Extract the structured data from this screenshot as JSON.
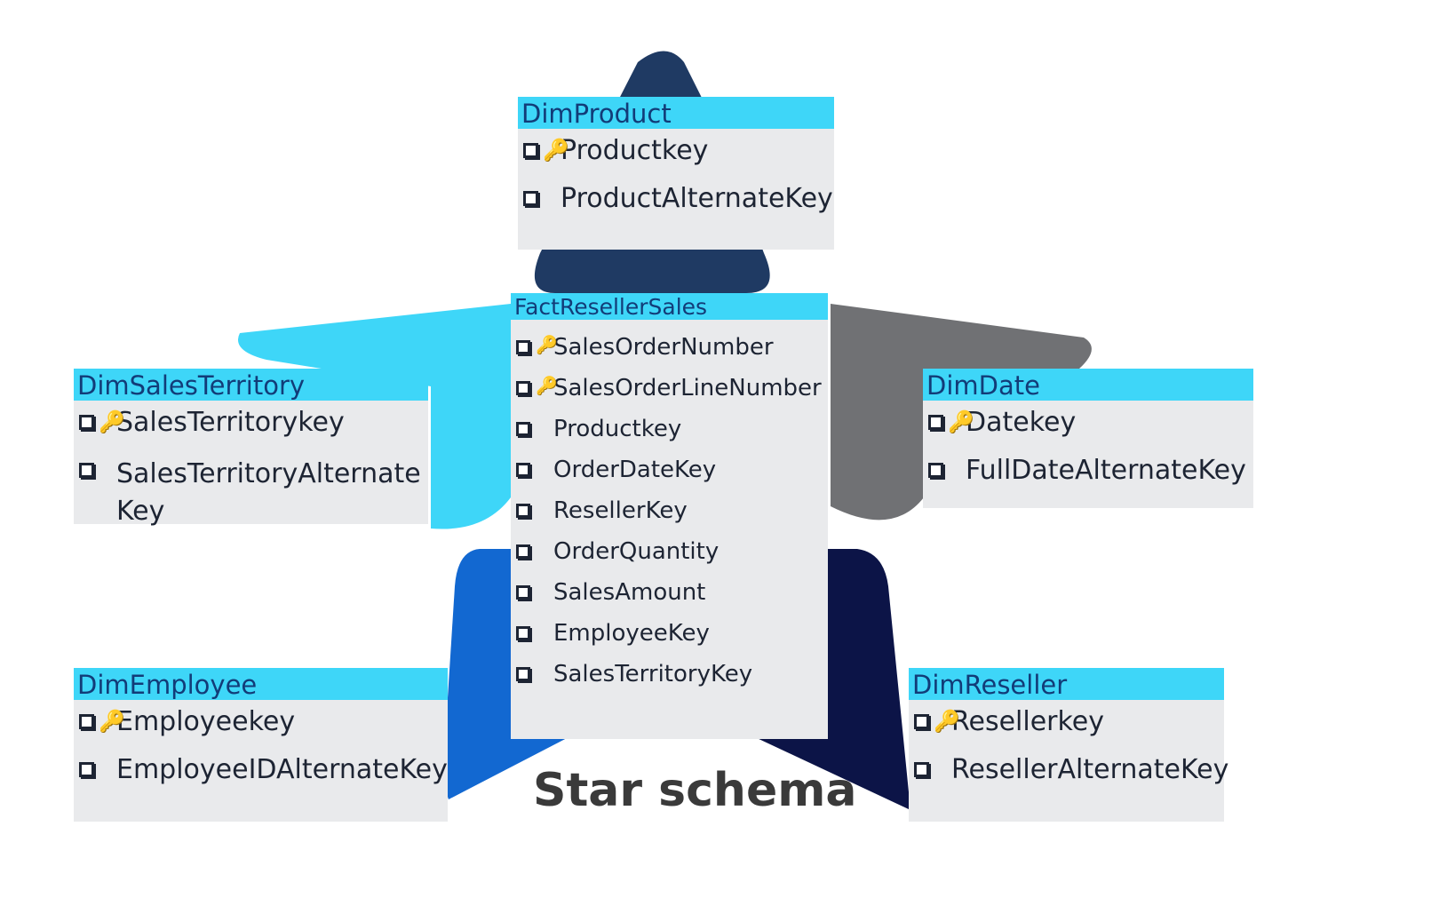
{
  "caption": "Star schema",
  "colors": {
    "header": "#3ed6f8",
    "header_text": "#123c78",
    "table_body": "#e9eaec",
    "key_icon": "#e7a325",
    "arm_top": "#1f3a63",
    "arm_left": "#3ed6f8",
    "arm_right": "#707174",
    "arm_bottom_left": "#1268d1",
    "arm_bottom_right": "#0c1447"
  },
  "fact_table": {
    "name": "FactResellerSales",
    "fields": [
      {
        "label": "SalesOrderNumber",
        "key": true
      },
      {
        "label": "SalesOrderLineNumber",
        "key": true
      },
      {
        "label": "Productkey",
        "key": false
      },
      {
        "label": "OrderDateKey",
        "key": false
      },
      {
        "label": "ResellerKey",
        "key": false
      },
      {
        "label": "OrderQuantity",
        "key": false
      },
      {
        "label": "SalesAmount",
        "key": false
      },
      {
        "label": "EmployeeKey",
        "key": false
      },
      {
        "label": "SalesTerritoryKey",
        "key": false
      }
    ]
  },
  "dim_product": {
    "name": "DimProduct",
    "fields": [
      {
        "label": "Productkey",
        "key": true
      },
      {
        "label": "ProductAlternateKey",
        "key": false
      }
    ]
  },
  "dim_sales_territory": {
    "name": "DimSalesTerritory",
    "fields": [
      {
        "label": "SalesTerritorykey",
        "key": true
      },
      {
        "label": "SalesTerritoryAlternate Key",
        "key": false
      }
    ]
  },
  "dim_date": {
    "name": "DimDate",
    "fields": [
      {
        "label": "Datekey",
        "key": true
      },
      {
        "label": "FullDateAlternateKey",
        "key": false
      }
    ]
  },
  "dim_employee": {
    "name": "DimEmployee",
    "fields": [
      {
        "label": "Employeekey",
        "key": true
      },
      {
        "label": "EmployeeIDAlternateKey",
        "key": false
      }
    ]
  },
  "dim_reseller": {
    "name": "DimReseller",
    "fields": [
      {
        "label": "Resellerkey",
        "key": true
      },
      {
        "label": "ResellerAlternateKey",
        "key": false
      }
    ]
  }
}
